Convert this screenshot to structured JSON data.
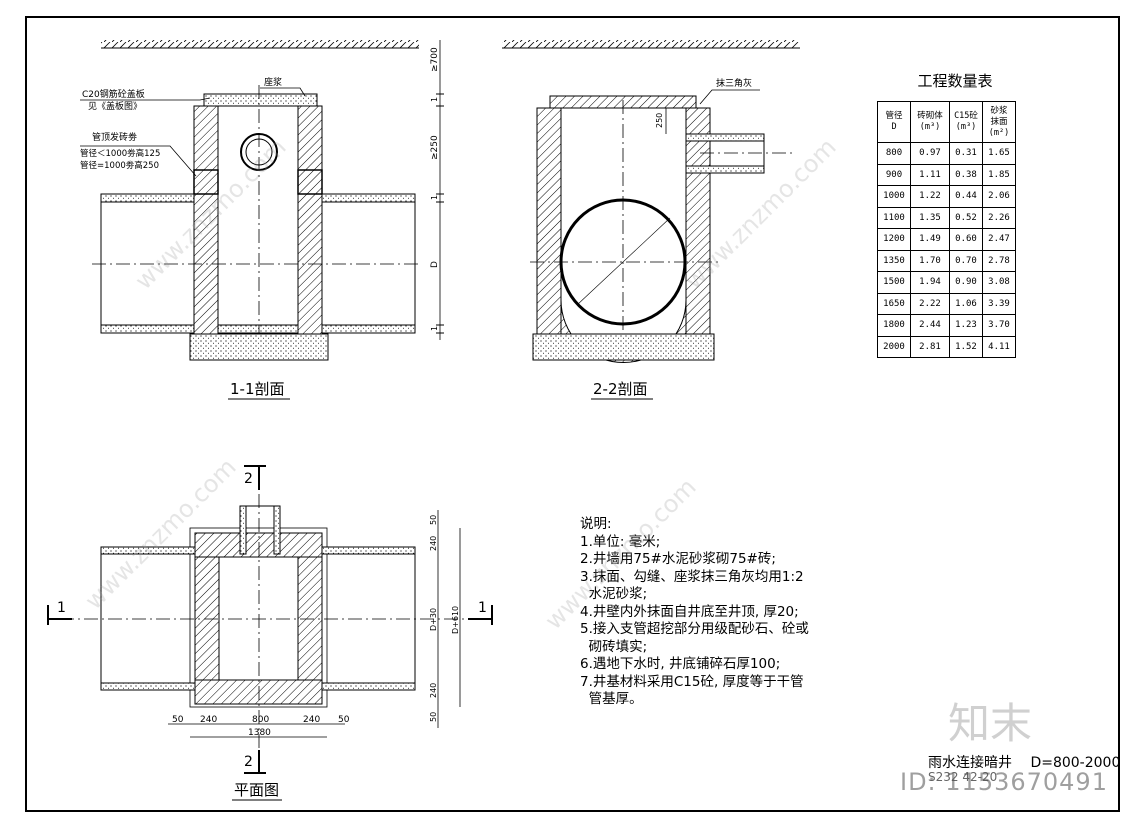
{
  "section_1_1": {
    "title": "1-1剖面",
    "cover_note_line1": "C20钢筋砼盖板",
    "cover_note_line2": "见《盖板图》",
    "arch_note": "管顶发砖劵",
    "arch_note_line2": "管径＜1000劵高125",
    "arch_note_line3": "管径=1000劵高250",
    "mortar_label": "座浆",
    "dim_top": "≥700",
    "dim_mid": "≥250",
    "dim_d": "D",
    "dim_small_1": "1",
    "dim_small_2": "1",
    "dim_small_3": "1"
  },
  "section_2_2": {
    "title": "2-2剖面",
    "fillet_label": "抹三角灰",
    "dim_250": "250"
  },
  "plan": {
    "title": "平面图",
    "cut_1_left": "1",
    "cut_1_right": "1",
    "cut_2_top": "2",
    "cut_2_bottom": "2",
    "dim_bottom": [
      "50",
      "240",
      "800",
      "240",
      "50"
    ],
    "dim_total": "1380",
    "dim_right": [
      "50",
      "240",
      "D+30",
      "240",
      "50"
    ],
    "dim_right_total": "D+610"
  },
  "quantity_table": {
    "title": "工程数量表",
    "headers": [
      [
        "管径",
        "D"
      ],
      [
        "砖砌体",
        "(m³)"
      ],
      [
        "C15砼",
        "(m³)"
      ],
      [
        "砂浆",
        "抹面",
        "(m²)"
      ]
    ],
    "rows": [
      [
        "800",
        "0.97",
        "0.31",
        "1.65"
      ],
      [
        "900",
        "1.11",
        "0.38",
        "1.85"
      ],
      [
        "1000",
        "1.22",
        "0.44",
        "2.06"
      ],
      [
        "1100",
        "1.35",
        "0.52",
        "2.26"
      ],
      [
        "1200",
        "1.49",
        "0.60",
        "2.47"
      ],
      [
        "1350",
        "1.70",
        "0.70",
        "2.78"
      ],
      [
        "1500",
        "1.94",
        "0.90",
        "3.08"
      ],
      [
        "1650",
        "2.22",
        "1.06",
        "3.39"
      ],
      [
        "1800",
        "2.44",
        "1.23",
        "3.70"
      ],
      [
        "2000",
        "2.81",
        "1.52",
        "4.11"
      ]
    ]
  },
  "notes": {
    "heading": "说明:",
    "items": [
      "1.单位: 毫米;",
      "2.井墙用75#水泥砂浆砌75#砖;",
      "3.抹面、勾缝、座浆抹三角灰均用1:2",
      "  水泥砂浆;",
      "4.井壁内外抹面自井底至井顶, 厚20;",
      "5.接入支管超挖部分用级配砂石、砼或",
      "  砌砖填实;",
      "6.遇地下水时, 井底铺碎石厚100;",
      "7.井基材料采用C15砼, 厚度等于干管",
      "  管基厚。"
    ]
  },
  "title_block": {
    "name": "雨水连接暗井",
    "range": "D=800-2000",
    "code": "S232  42-20"
  },
  "watermark": {
    "logo": "知末",
    "id": "ID: 1153670491",
    "site": "www.znzmo.com"
  }
}
